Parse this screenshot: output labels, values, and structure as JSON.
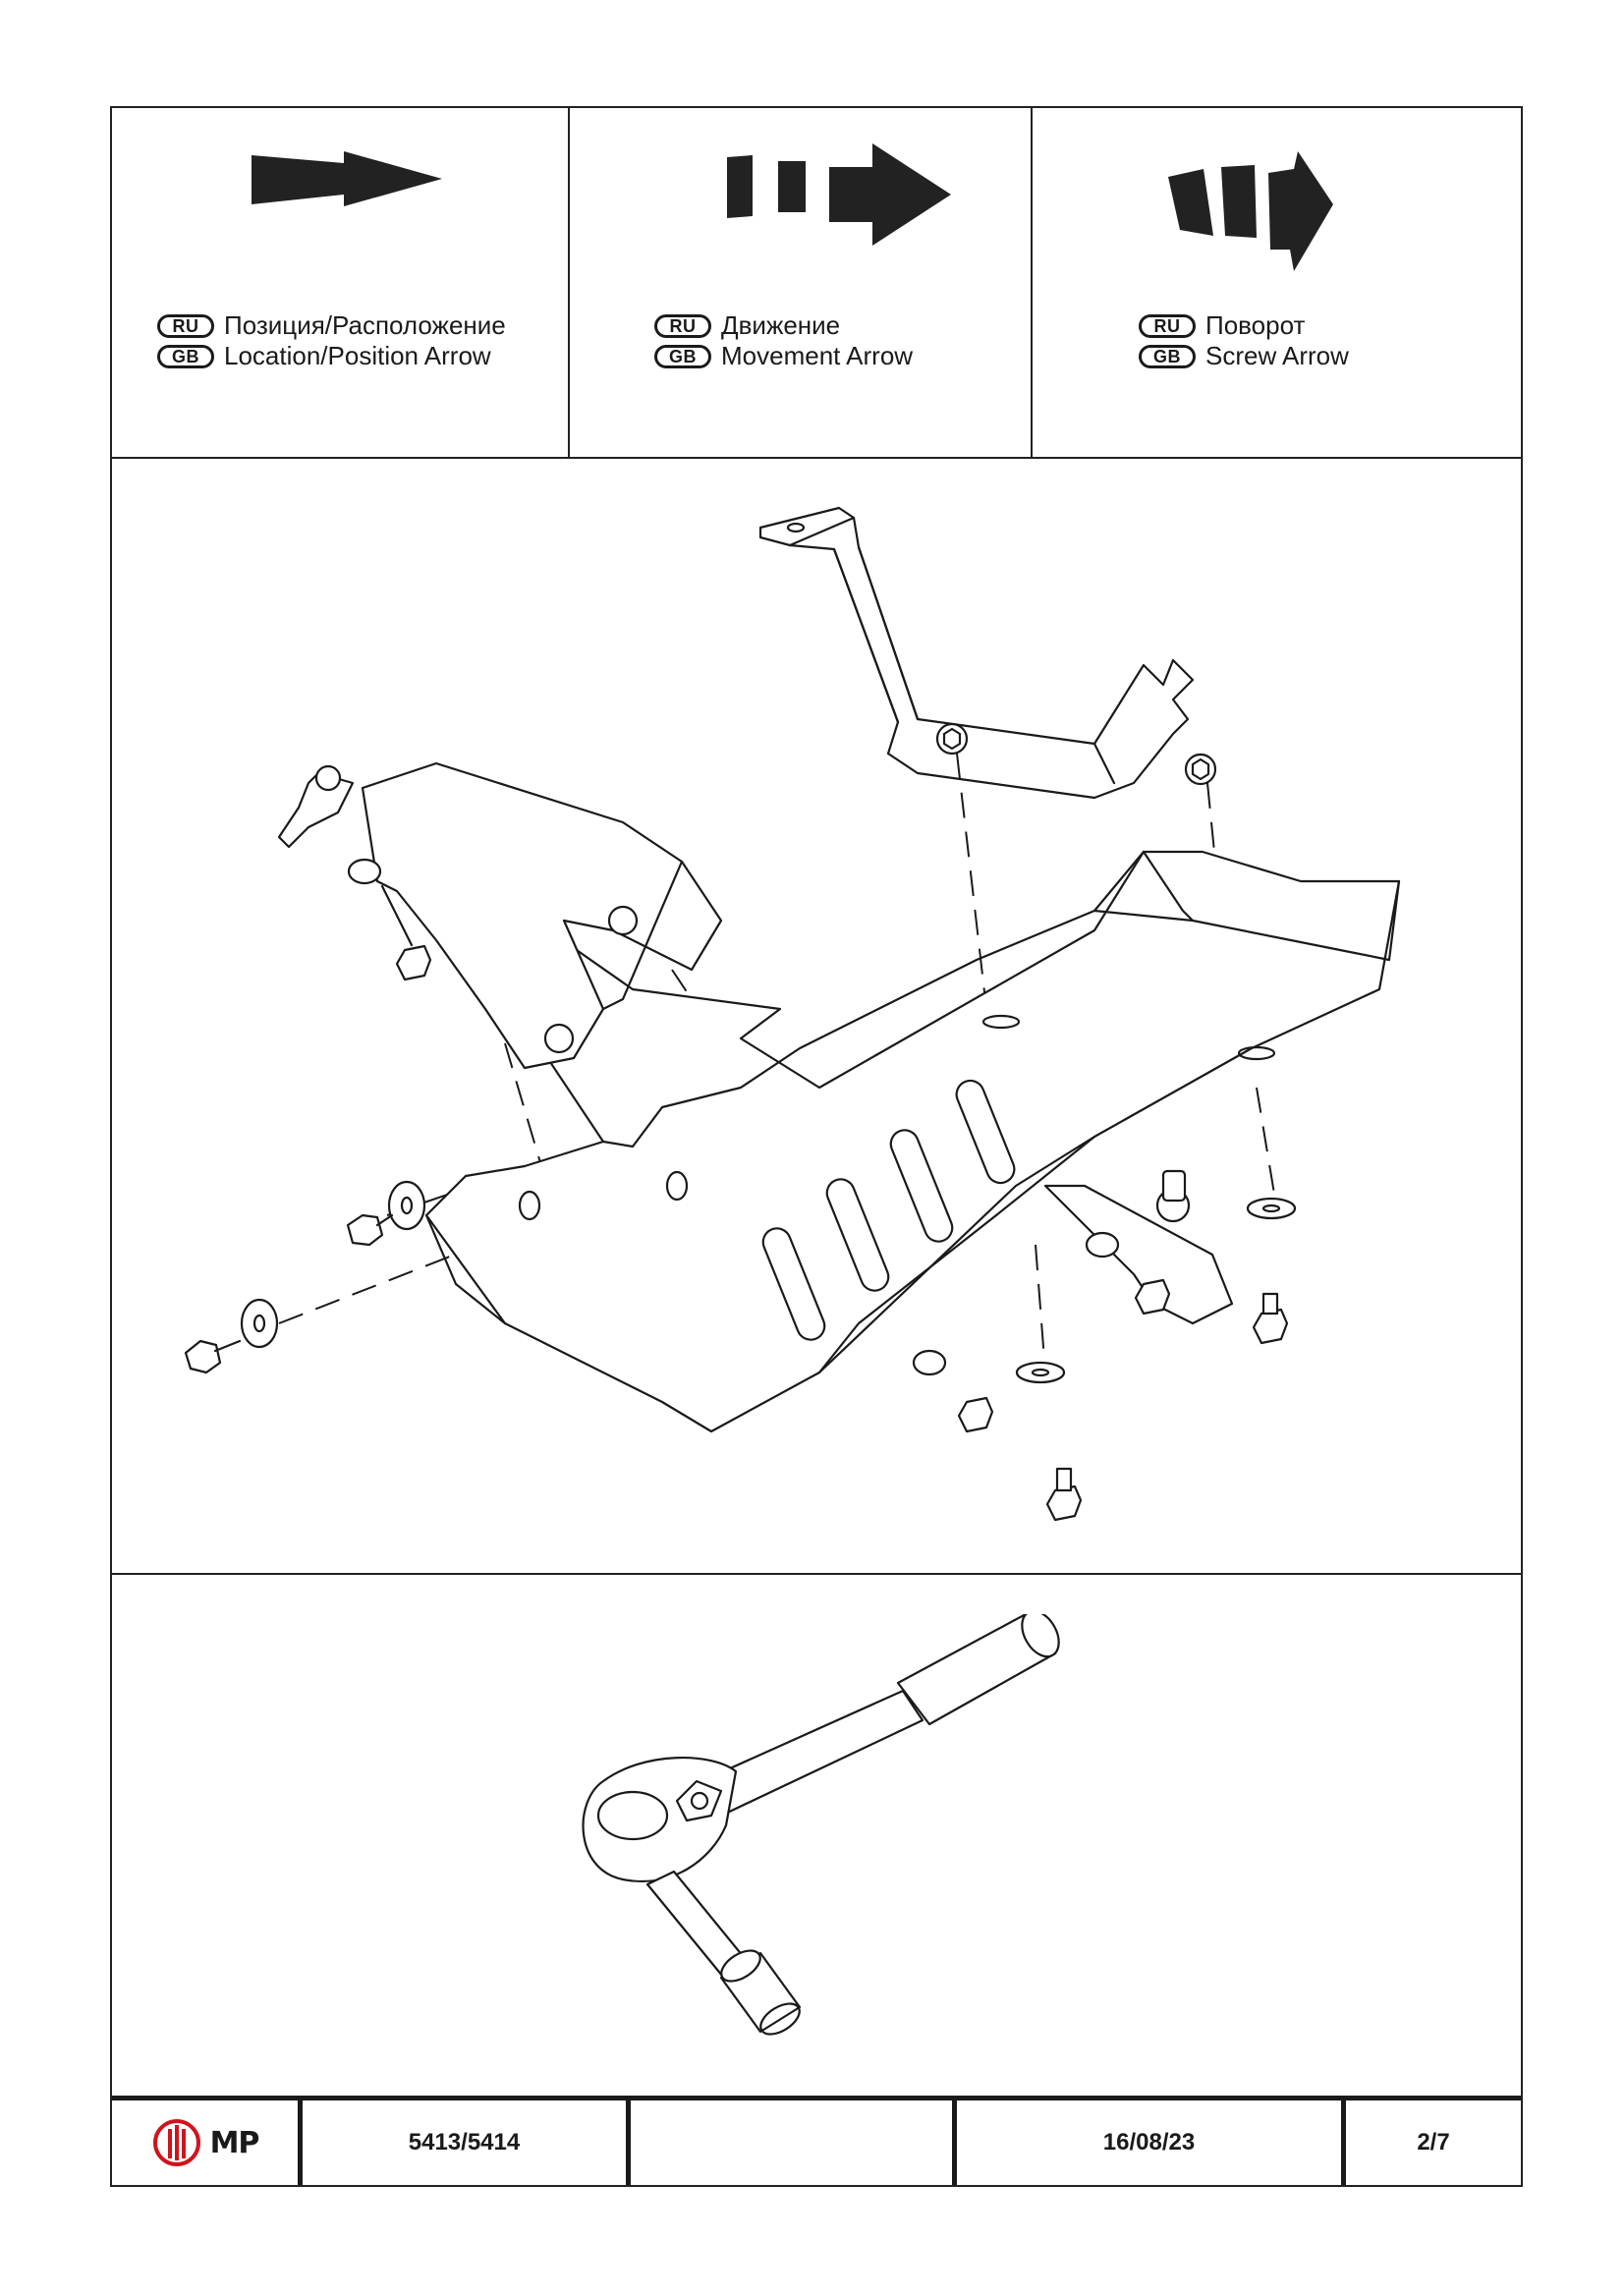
{
  "legend": [
    {
      "icon": "location-arrow-icon",
      "ru_badge": "RU",
      "ru_text": "Позиция/Расположение",
      "gb_badge": "GB",
      "gb_text": "Location/Position Arrow"
    },
    {
      "icon": "movement-arrow-icon",
      "ru_badge": "RU",
      "ru_text": "Движение",
      "gb_badge": "GB",
      "gb_text": "Movement Arrow"
    },
    {
      "icon": "screw-arrow-icon",
      "ru_badge": "RU",
      "ru_text": "Поворот",
      "gb_badge": "GB",
      "gb_text": "Screw Arrow"
    }
  ],
  "diagram": {
    "icon": "skid-plate-assembly-diagram"
  },
  "tool": {
    "icon": "ratchet-wrench-icon"
  },
  "footer": {
    "logo_text": "MP",
    "logo_color": "#d0141c",
    "part_number": "5413/5414",
    "blank": "",
    "date": "16/08/23",
    "page": "2/7"
  }
}
